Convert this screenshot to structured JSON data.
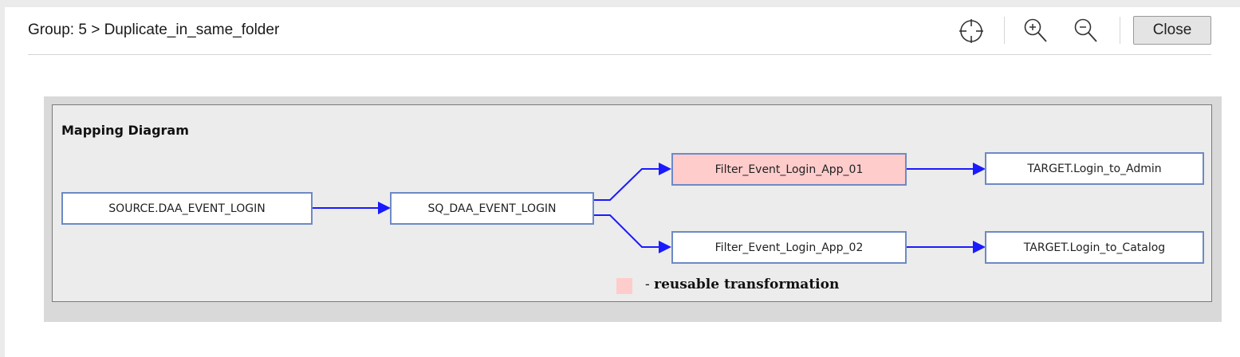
{
  "header": {
    "title": "Group: 5 > Duplicate_in_same_folder",
    "close_label": "Close"
  },
  "toolbar": {
    "icons": [
      "crosshair-icon",
      "zoom-in-icon",
      "zoom-out-icon"
    ]
  },
  "diagram": {
    "title": "Mapping Diagram",
    "nodes": {
      "source": "SOURCE.DAA_EVENT_LOGIN",
      "source_qualifier": "SQ_DAA_EVENT_LOGIN",
      "filter_1": "Filter_Event_Login_App_01",
      "filter_2": "Filter_Event_Login_App_02",
      "target_1": "TARGET.Login_to_Admin",
      "target_2": "TARGET.Login_to_Catalog"
    },
    "reusable_nodes": [
      "filter_1"
    ],
    "legend": {
      "dash": "- ",
      "label": "reusable transformation"
    },
    "colors": {
      "edge": "#1a1aff",
      "node_border": "#6c8ac5",
      "reusable_fill": "#ffcccc"
    }
  }
}
